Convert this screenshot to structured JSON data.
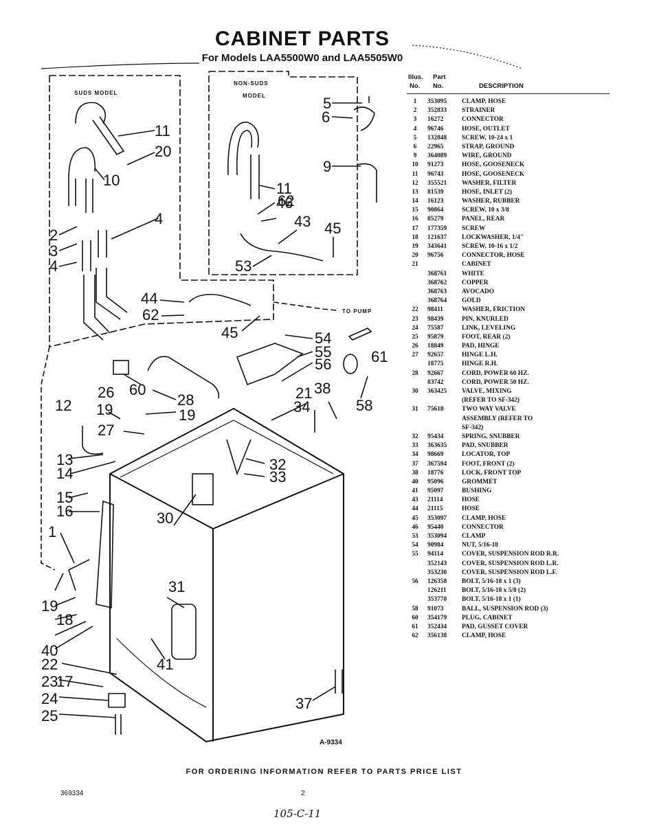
{
  "header": {
    "title": "CABINET PARTS",
    "subtitle": "For Models LAA5500W0 and LAA5505W0"
  },
  "diagram": {
    "box_suds": "SUDS MODEL",
    "box_nonsuds_1": "NON-SUDS",
    "box_nonsuds_2": "MODEL",
    "to_pump": "TO PUMP",
    "callouts": [
      "1",
      "2",
      "3",
      "4",
      "4",
      "5",
      "6",
      "9",
      "10",
      "11",
      "11",
      "12",
      "13",
      "14",
      "15",
      "16",
      "17",
      "18",
      "19",
      "19",
      "19",
      "20",
      "21",
      "22",
      "23",
      "24",
      "25",
      "26",
      "27",
      "28",
      "30",
      "31",
      "32",
      "33",
      "34",
      "37",
      "38",
      "40",
      "41",
      "43",
      "44",
      "45",
      "45",
      "46",
      "53",
      "54",
      "55",
      "56",
      "58",
      "60",
      "61",
      "62",
      "62"
    ],
    "figure_ref": "A-9334"
  },
  "parts_table": {
    "header_illus": "Illus.",
    "header_no": "No.",
    "header_part": "Part",
    "header_part_no": "No.",
    "header_desc": "DESCRIPTION",
    "rows": [
      {
        "illus": "1",
        "part": "353095",
        "desc": "CLAMP, HOSE"
      },
      {
        "illus": "2",
        "part": "352833",
        "desc": "STRAINER"
      },
      {
        "illus": "3",
        "part": "16272",
        "desc": "CONNECTOR"
      },
      {
        "illus": "4",
        "part": "96746",
        "desc": "HOSE, OUTLET"
      },
      {
        "illus": "5",
        "part": "132848",
        "desc": "SCREW, 10-24 x 1"
      },
      {
        "illus": "6",
        "part": "22965",
        "desc": "STRAP, GROUND"
      },
      {
        "illus": "9",
        "part": "364089",
        "desc": "WIRE, GROUND"
      },
      {
        "illus": "10",
        "part": "91273",
        "desc": "HOSE, GOOSENECK"
      },
      {
        "illus": "11",
        "part": "96743",
        "desc": "HOSE, GOOSENECK"
      },
      {
        "illus": "12",
        "part": "355521",
        "desc": "WASHER, FILTER"
      },
      {
        "illus": "13",
        "part": "81539",
        "desc": "HOSE, INLET (2)"
      },
      {
        "illus": "14",
        "part": "16123",
        "desc": "WASHER, RUBBER"
      },
      {
        "illus": "15",
        "part": "90864",
        "desc": "SCREW, 10 x 3/8"
      },
      {
        "illus": "16",
        "part": "85279",
        "desc": "PANEL, REAR"
      },
      {
        "illus": "17",
        "part": "177359",
        "desc": "SCREW"
      },
      {
        "illus": "18",
        "part": "121637",
        "desc": "LOCKWASHER, 1/4\""
      },
      {
        "illus": "19",
        "part": "343641",
        "desc": "SCREW, 10-16 x 1/2"
      },
      {
        "illus": "20",
        "part": "96756",
        "desc": "CONNECTOR, HOSE"
      },
      {
        "illus": "21",
        "part": "",
        "desc": "CABINET"
      },
      {
        "illus": "",
        "part": "368761",
        "desc": "WHITE"
      },
      {
        "illus": "",
        "part": "368762",
        "desc": "COPPER"
      },
      {
        "illus": "",
        "part": "368763",
        "desc": "AVOCADO"
      },
      {
        "illus": "",
        "part": "368764",
        "desc": "GOLD"
      },
      {
        "illus": "22",
        "part": "98411",
        "desc": "WASHER, FRICTION"
      },
      {
        "illus": "23",
        "part": "98439",
        "desc": "PIN, KNURLED"
      },
      {
        "illus": "24",
        "part": "75587",
        "desc": "LINK, LEVELING"
      },
      {
        "illus": "25",
        "part": "95879",
        "desc": "FOOT, REAR (2)"
      },
      {
        "illus": "26",
        "part": "18849",
        "desc": "PAD, HINGE"
      },
      {
        "illus": "27",
        "part": "92657",
        "desc": "HINGE L.H."
      },
      {
        "illus": "",
        "part": "18775",
        "desc": "HINGE R.H."
      },
      {
        "illus": "28",
        "part": "92667",
        "desc": "CORD, POWER 60 HZ."
      },
      {
        "illus": "",
        "part": "83742",
        "desc": "CORD, POWER 50 HZ."
      },
      {
        "illus": "30",
        "part": "363425",
        "desc": "VALVE, MIXING"
      },
      {
        "illus": "",
        "part": "",
        "desc": "(REFER TO SF-342)"
      },
      {
        "illus": "31",
        "part": "75618",
        "desc": "TWO WAY VALVE"
      },
      {
        "illus": "",
        "part": "",
        "desc": "ASSEMBLY (REFER TO"
      },
      {
        "illus": "",
        "part": "",
        "desc": "SF-342)"
      },
      {
        "illus": "32",
        "part": "95434",
        "desc": "SPRING, SNUBBER"
      },
      {
        "illus": "33",
        "part": "363635",
        "desc": "PAD, SNUBBER"
      },
      {
        "illus": "34",
        "part": "98669",
        "desc": "LOCATOR, TOP"
      },
      {
        "illus": "37",
        "part": "367594",
        "desc": "FOOT, FRONT (2)"
      },
      {
        "illus": "38",
        "part": "18776",
        "desc": "LOCK, FRONT TOP"
      },
      {
        "illus": "40",
        "part": "95096",
        "desc": "GROMMET"
      },
      {
        "illus": "41",
        "part": "95097",
        "desc": "BUSHING"
      },
      {
        "illus": "43",
        "part": "21114",
        "desc": "HOSE"
      },
      {
        "illus": "44",
        "part": "21115",
        "desc": "HOSE"
      },
      {
        "illus": "45",
        "part": "353097",
        "desc": "CLAMP, HOSE"
      },
      {
        "illus": "46",
        "part": "95440",
        "desc": "CONNECTOR"
      },
      {
        "illus": "53",
        "part": "353094",
        "desc": "CLAMP"
      },
      {
        "illus": "54",
        "part": "90984",
        "desc": "NUT, 5/16-18"
      },
      {
        "illus": "55",
        "part": "94114",
        "desc": "COVER, SUSPENSION ROD R.R."
      },
      {
        "illus": "",
        "part": "352143",
        "desc": "COVER, SUSPENSION ROD L.R."
      },
      {
        "illus": "",
        "part": "353230",
        "desc": "COVER, SUSPENSION ROD L.F."
      },
      {
        "illus": "56",
        "part": "126358",
        "desc": "BOLT, 5/16-18 x 1 (3)"
      },
      {
        "illus": "",
        "part": "126211",
        "desc": "BOLT, 5/16-18 x 5/8 (2)"
      },
      {
        "illus": "",
        "part": "353770",
        "desc": "BOLT, 5/16-18 x 1 (1)"
      },
      {
        "illus": "58",
        "part": "91073",
        "desc": "BALL, SUSPENSION ROD (3)"
      },
      {
        "illus": "60",
        "part": "354179",
        "desc": "PLUG, CABINET"
      },
      {
        "illus": "61",
        "part": "352434",
        "desc": "PAD, GUSSET COVER"
      },
      {
        "illus": "62",
        "part": "356138",
        "desc": "CLAMP, HOSE"
      }
    ]
  },
  "footer": {
    "ordering_note": "FOR ORDERING INFORMATION REFER TO PARTS PRICE LIST",
    "doc_number": "369334",
    "page_number": "2",
    "handwritten": "105-C-11"
  }
}
